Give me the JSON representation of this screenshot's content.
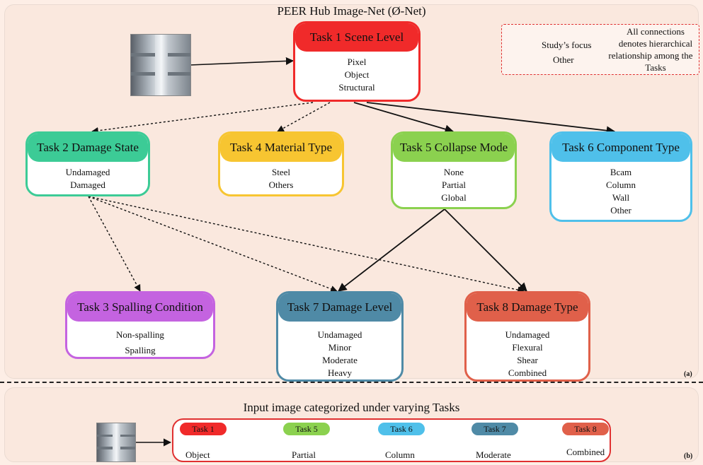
{
  "title": "PEER Hub Image-Net (Ø-Net)",
  "panel_a_label": "(a)",
  "panel_b_label": "(b)",
  "legend": {
    "solid_label": "Study’s focus",
    "dashed_label": "Other",
    "note_lines": [
      "All connections",
      "denotes hierarchical",
      "relationship among the",
      "Tasks"
    ]
  },
  "tasks": {
    "t1": {
      "title": "Task 1 Scene Level",
      "items": [
        "Pixel",
        "Object",
        "Structural"
      ],
      "color": "#f02a2a"
    },
    "t2": {
      "title": "Task 2 Damage State",
      "items": [
        "Undamaged",
        "Damaged"
      ],
      "color": "#3ccb96"
    },
    "t3": {
      "title": "Task 3 Spalling Condition",
      "items": [
        "Non-spalling",
        "Spalling"
      ],
      "color": "#c463e0"
    },
    "t4": {
      "title": "Task 4 Material Type",
      "items": [
        "Steel",
        "Others"
      ],
      "color": "#f7c531"
    },
    "t5": {
      "title": "Task 5 Collapse Mode",
      "items": [
        "None",
        "Partial",
        "Global"
      ],
      "color": "#8bd14f"
    },
    "t6": {
      "title": "Task 6 Component Type",
      "items": [
        "Bcam",
        "Column",
        "Wall",
        "Other"
      ],
      "color": "#4fc0ea"
    },
    "t7": {
      "title": "Task 7 Damage Level",
      "items": [
        "Undamaged",
        "Minor",
        "Moderate",
        "Heavy"
      ],
      "color": "#4f8aa6"
    },
    "t8": {
      "title": "Task 8 Damage Type",
      "items": [
        "Undamaged",
        "Flexural",
        "Shear",
        "Combined"
      ],
      "color": "#e0604a"
    }
  },
  "subtitle": "Input image categorized under varying Tasks",
  "results": [
    {
      "task": "Task 1",
      "value": "Object",
      "color": "#f02a2a"
    },
    {
      "task": "Task 5",
      "value": "Partial",
      "color": "#8bd14f"
    },
    {
      "task": "Task 6",
      "value": "Column",
      "color": "#4fc0ea"
    },
    {
      "task": "Task 7",
      "value": "Moderate",
      "color": "#4f8aa6"
    },
    {
      "task": "Task 8",
      "value": "Combined",
      "color": "#e0604a"
    }
  ]
}
